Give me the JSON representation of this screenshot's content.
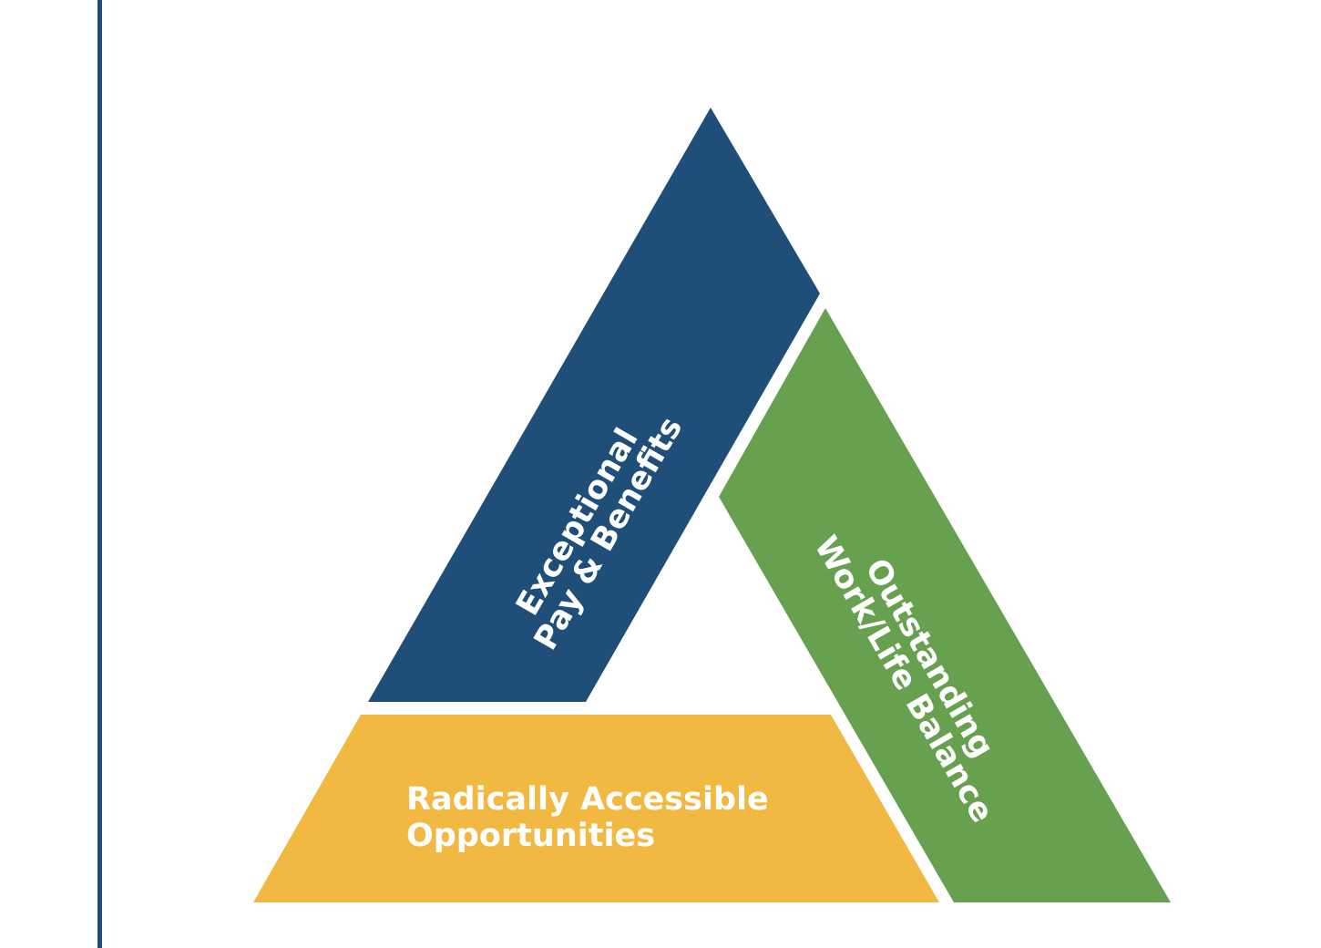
{
  "colors": {
    "background": "#ffffff",
    "rule": "#1f4a7a",
    "blue": "#1f4e79",
    "green": "#67a04f",
    "yellow": "#f2b942",
    "label": "#ffffff"
  },
  "segments": [
    {
      "id": "pay",
      "color_key": "blue",
      "lines": [
        "Exceptional",
        "Pay & Benefits"
      ]
    },
    {
      "id": "balance",
      "color_key": "green",
      "lines": [
        "Outstanding",
        "Work/Life Balance"
      ]
    },
    {
      "id": "opportunities",
      "color_key": "yellow",
      "lines": [
        "Radically Accessible",
        "Opportunities"
      ]
    }
  ]
}
